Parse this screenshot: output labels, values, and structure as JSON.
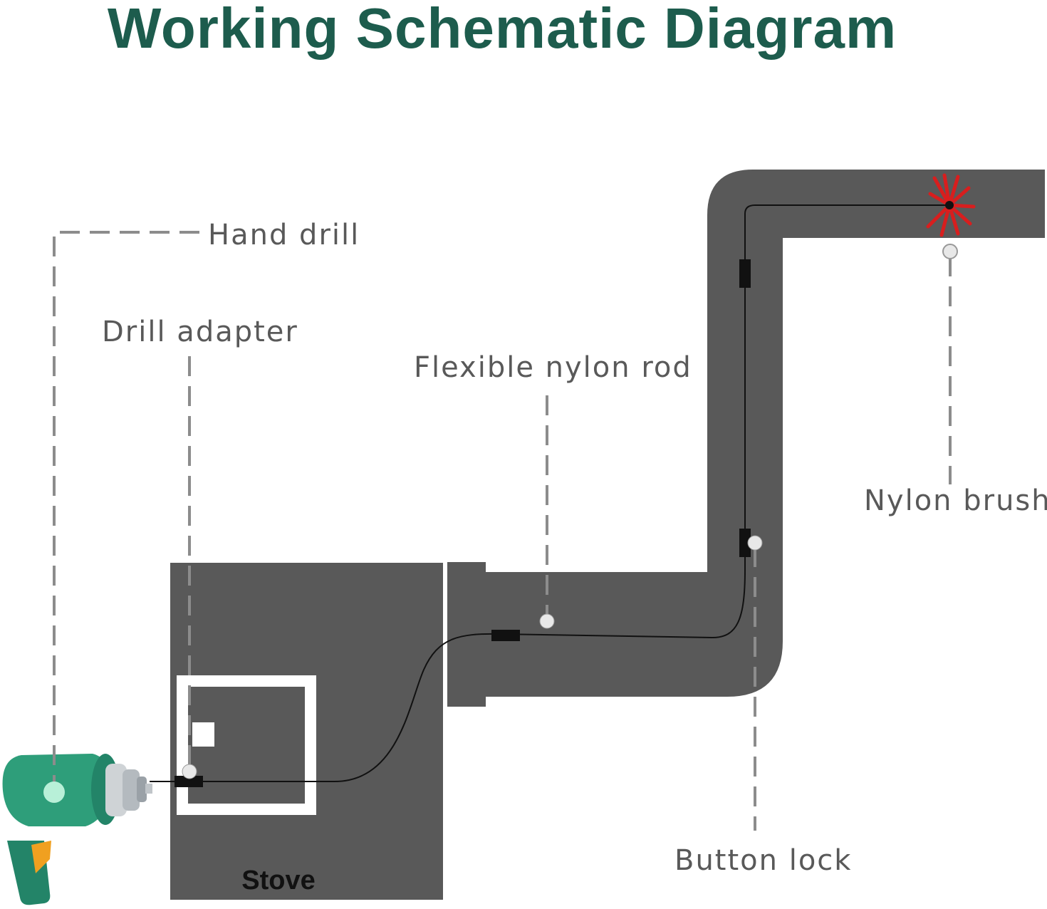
{
  "title": "Working Schematic Diagram",
  "colors": {
    "title": "#1d5c4d",
    "duct": "#595959",
    "leader": "#8c8c8c",
    "label": "#595959",
    "rod": "#111111",
    "brush": "#d81e1e",
    "drill_body": "#2e9e7a",
    "drill_handle_accent": "#f0a020"
  },
  "labels": {
    "hand_drill": "Hand drill",
    "drill_adapter": "Drill adapter",
    "flexible_nylon_rod": "Flexible nylon rod",
    "nylon_brush": "Nylon brush",
    "button_lock": "Button lock",
    "stove": "Stove"
  },
  "icons": [
    "hand-drill-icon",
    "nylon-brush-icon"
  ]
}
